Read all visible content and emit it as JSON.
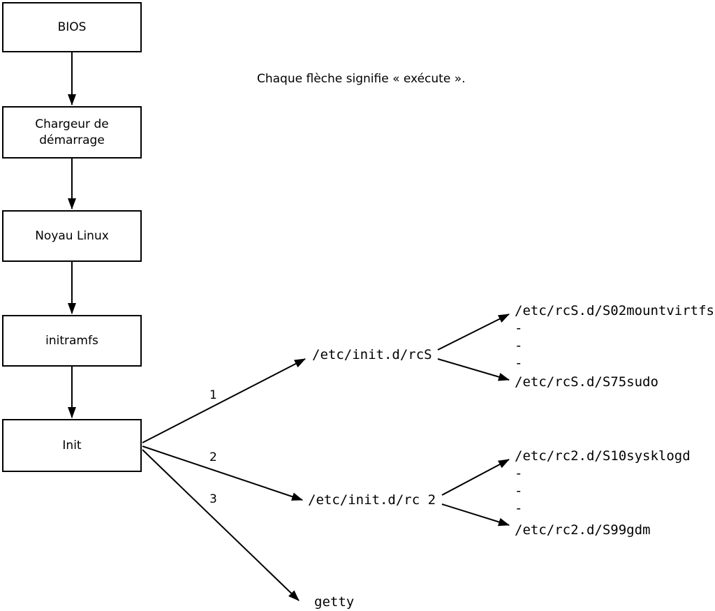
{
  "caption": "Chaque flèche signifie « exécute ».",
  "boxes": [
    {
      "label": "BIOS"
    },
    {
      "label": "Chargeur de\ndémarrage"
    },
    {
      "label": "Noyau Linux"
    },
    {
      "label": "initramfs"
    },
    {
      "label": "Init"
    }
  ],
  "arrow_labels": [
    "1",
    "2",
    "3"
  ],
  "scripts": {
    "rcs": "/etc/init.d/rcS",
    "rc2": "/etc/init.d/rc 2",
    "getty": "getty"
  },
  "rcs_children": {
    "first": "/etc/rcS.d/S02mountvirtfs",
    "ellipsis": [
      "-",
      "-",
      "-"
    ],
    "last": "/etc/rcS.d/S75sudo"
  },
  "rc2_children": {
    "first": "/etc/rc2.d/S10sysklogd",
    "ellipsis": [
      "-",
      "-",
      "-"
    ],
    "last": "/etc/rc2.d/S99gdm"
  }
}
